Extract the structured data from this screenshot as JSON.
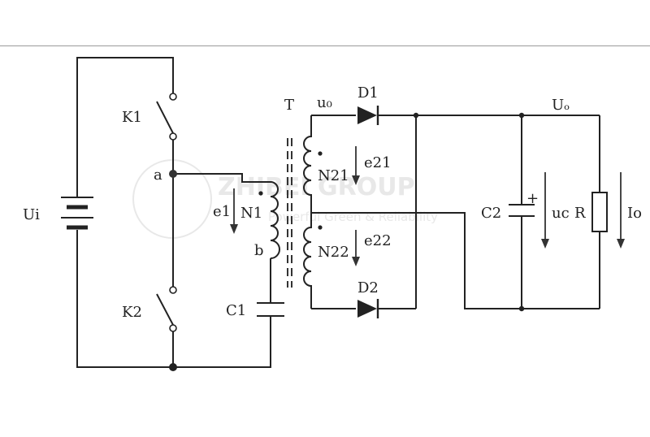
{
  "watermark": {
    "line1": "ZHIBEI GROUP",
    "line2": "Powerful Green & Reliability",
    "color": "#e4e4e4"
  },
  "labels": {
    "ui": "Ui",
    "k1": "K1",
    "k2": "K2",
    "a": "a",
    "b": "b",
    "t": "T",
    "n1": "N1",
    "e1": "e1",
    "c1": "C1",
    "u0": "u₀",
    "d1": "D1",
    "d2": "D2",
    "n21": "N21",
    "e21": "e21",
    "n22": "N22",
    "e22": "e22",
    "uo_out": "Uₒ",
    "c2": "C2",
    "c2_plus": "+",
    "uc": "uc",
    "r": "R",
    "io": "Io"
  }
}
